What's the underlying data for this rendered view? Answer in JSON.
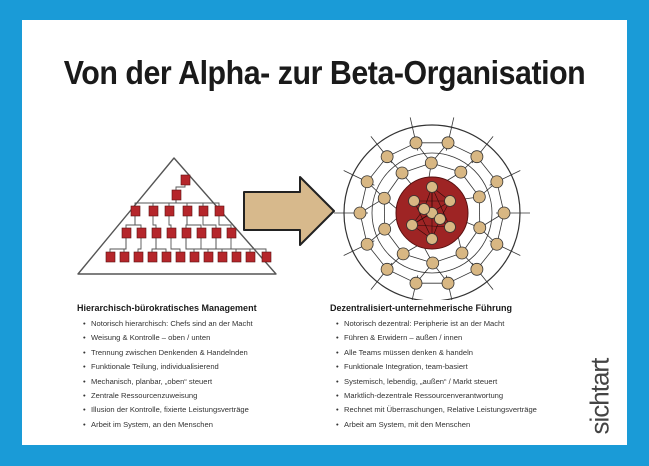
{
  "title": "Von der Alpha- zur Beta-Organisation",
  "colors": {
    "frame": "#1a9bd7",
    "hierarchy_box": "#b5262b",
    "core": "#9e2424",
    "node": "#d8b783",
    "arrow": "#d7b98c"
  },
  "left": {
    "heading": "Hierarchisch-bürokratisches Management",
    "items": [
      "Notorisch hierarchisch: Chefs sind an der Macht",
      "Weisung & Kontrolle – oben / unten",
      "Trennung zwischen Denkenden & Handelnden",
      "Funktionale Teilung, individualisierend",
      "Mechanisch, planbar, „oben“ steuert",
      "Zentrale Ressourcenzuweisung",
      "Illusion der Kontrolle, fixierte Leistungsverträge",
      "Arbeit im System, an den Menschen"
    ]
  },
  "right": {
    "heading": "Dezentralisiert-unternehmerische Führung",
    "items": [
      "Notorisch dezentral: Peripherie ist an der Macht",
      "Führen & Erwidern – außen / innen",
      "Alle Teams müssen denken & handeln",
      "Funktionale Integration, team-basiert",
      "Systemisch, lebendig, „außen“ / Markt steuert",
      "Marktlich-dezentrale Ressourcenverantwortung",
      "Rechnet mit Überraschungen, Relative Leistungsverträge",
      "Arbeit am System, mit den Menschen"
    ]
  },
  "logo": {
    "text": "sichtart"
  }
}
